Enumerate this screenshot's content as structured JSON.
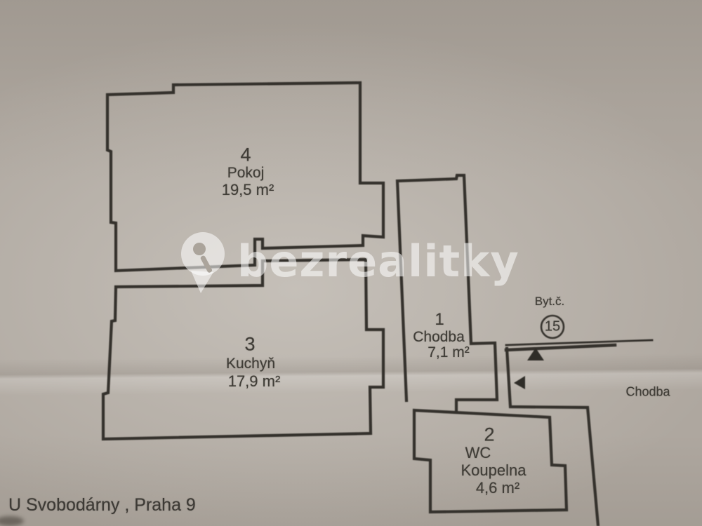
{
  "watermark": {
    "brand": "bezrealitky"
  },
  "plan": {
    "unit": {
      "label": "Byt.č.",
      "number": "15"
    },
    "corridor_outside_label": "Chodba",
    "address": "U Svobodárny , Praha 9",
    "rooms": [
      {
        "number": "4",
        "name": "Pokoj",
        "area": "19,5 m²"
      },
      {
        "number": "3",
        "name": "Kuchyň",
        "area": "17,9 m²"
      },
      {
        "number": "1",
        "name": "Chodba",
        "area": "7,1 m²"
      },
      {
        "number": "2",
        "name": "WC",
        "name_line2": "Koupelna",
        "area": "4,6 m²"
      }
    ]
  },
  "colors": {
    "paper": "#aea79f",
    "ink": "#34312c",
    "watermark_white": "rgba(255,255,255,0.55)"
  }
}
